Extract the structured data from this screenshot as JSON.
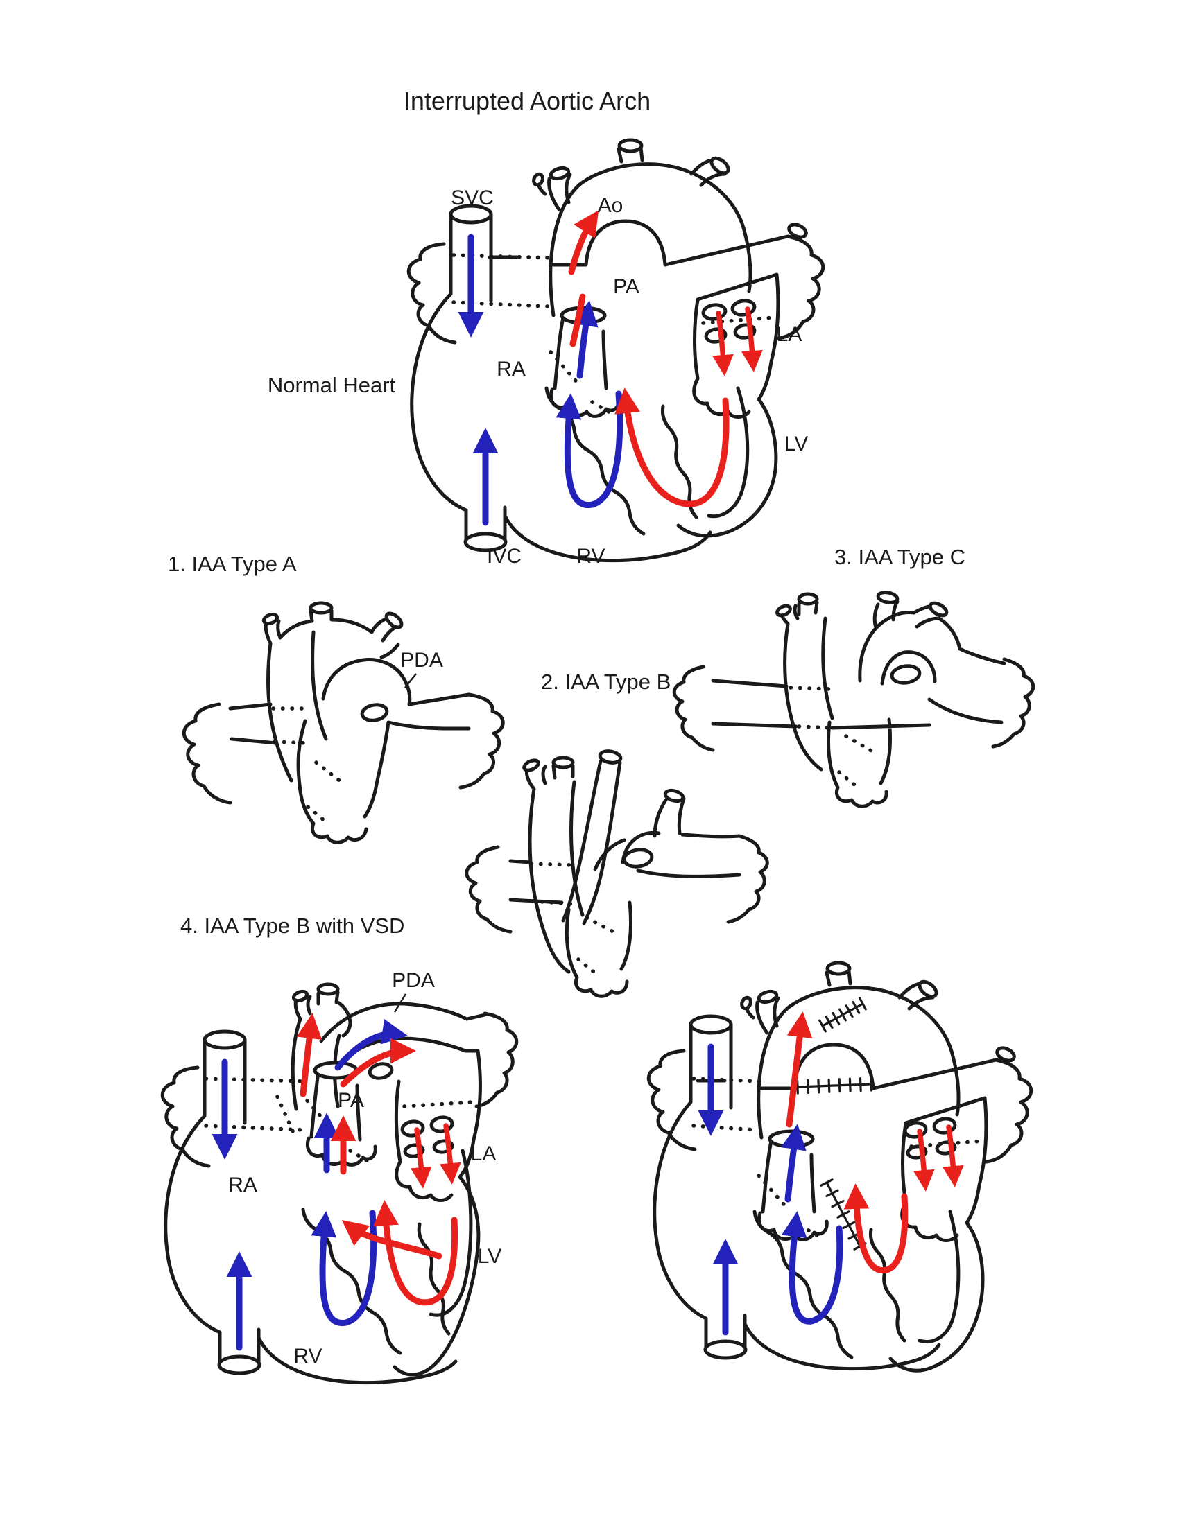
{
  "title": "Interrupted Aortic Arch",
  "colors": {
    "outline": "#1a1a1a",
    "oxygenated_flow_red": "#e8211d",
    "deoxygenated_flow_blue": "#2323bc",
    "paper": "#ffffff"
  },
  "figures": {
    "normal_heart": {
      "caption": "Normal Heart",
      "labels": {
        "svc": "SVC",
        "ao": "Ao",
        "pa": "PA",
        "ra": "RA",
        "la": "LA",
        "lv": "LV",
        "ivc": "IVC",
        "rv": "RV"
      }
    },
    "iaa_type_a": {
      "caption": "1. IAA Type A",
      "labels": {
        "pda": "PDA"
      }
    },
    "iaa_type_b": {
      "caption": "2. IAA Type B",
      "labels": {}
    },
    "iaa_type_c": {
      "caption": "3. IAA Type C",
      "labels": {}
    },
    "iaa_type_b_vsd": {
      "caption": "4. IAA Type B with VSD",
      "labels": {
        "pda": "PDA",
        "pa": "PA",
        "la": "LA",
        "ra": "RA",
        "lv": "LV",
        "rv": "RV"
      }
    },
    "repaired_heart": {
      "labels": {}
    }
  }
}
